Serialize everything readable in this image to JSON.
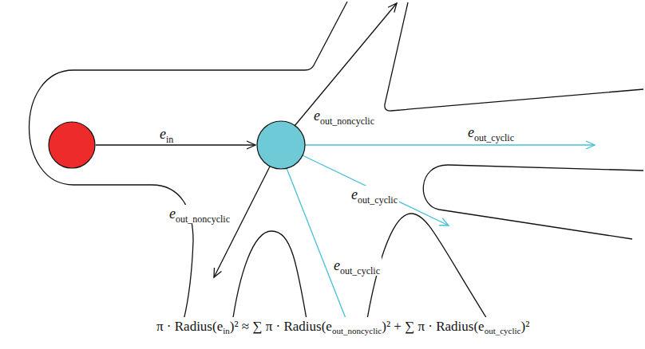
{
  "diagram": {
    "labels": [
      "ein",
      "eout_noncyclic",
      "eout_cyclic",
      "eout_noncyclic",
      "eout_cyclic",
      "eout_cyclic",
      "π · Radius(ein)² ≈ ∑ π · Radius(eout_noncyclic)² + ∑ π · Radius(eout_cyclic)²"
    ]
  }
}
